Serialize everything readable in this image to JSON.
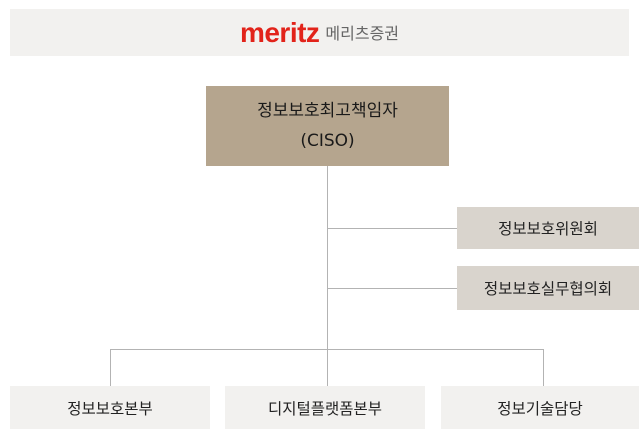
{
  "header": {
    "logo_text": "meritz",
    "logo_subtext": "메리츠증권",
    "logo_color": "#e2231a"
  },
  "org_chart": {
    "top": {
      "line1": "정보보호최고책임자",
      "line2": "(CISO)"
    },
    "committees": [
      "정보보호위원회",
      "정보보호실무협의회"
    ],
    "departments": [
      "정보보호본부",
      "디지털플랫폼본부",
      "정보기술담당"
    ]
  },
  "colors": {
    "ciso_box": "#b5a58e",
    "committee_box": "#d9d4cd",
    "department_box": "#f2f1ef",
    "connector": "#b3b3b3"
  }
}
